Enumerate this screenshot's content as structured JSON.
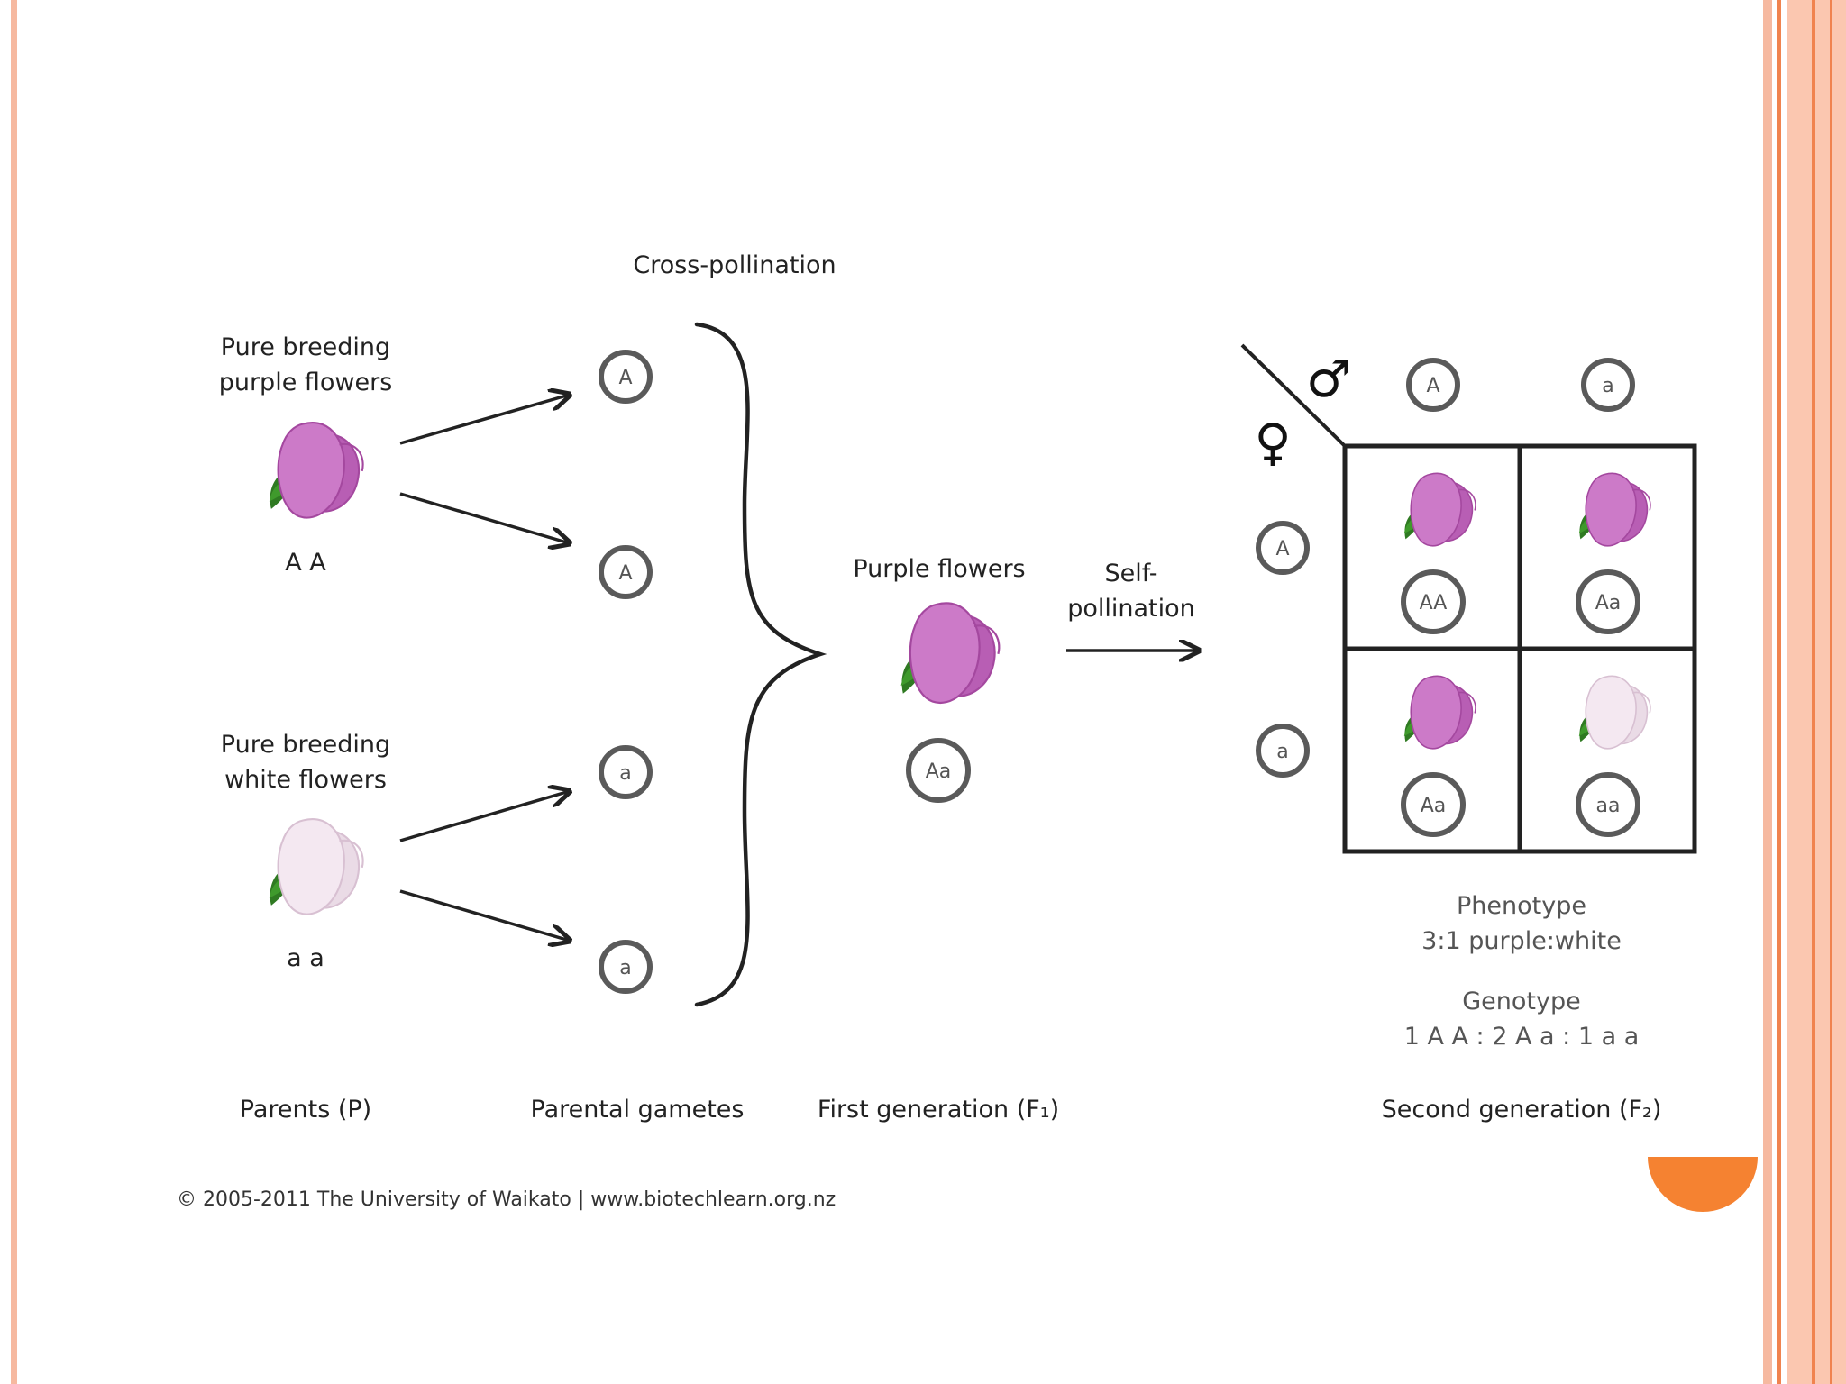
{
  "slide": {
    "colors": {
      "border_peach": "#f6b9a0",
      "border_orange": "#f0834f",
      "accent": "#f58231"
    }
  },
  "diagram": {
    "cross_label": "Cross-pollination",
    "parent_purple_line1": "Pure breeding",
    "parent_purple_line2": "purple flowers",
    "parent_purple_genotype": "A A",
    "parent_white_line1": "Pure breeding",
    "parent_white_line2": "white flowers",
    "parent_white_genotype": "a a",
    "gametes": [
      "A",
      "A",
      "a",
      "a"
    ],
    "f1_label": "Purple flowers",
    "f1_genotype": "Aa",
    "self_line1": "Self-",
    "self_line2": "pollination",
    "male_symbol": "♂",
    "female_symbol": "♀",
    "male_gametes": [
      "A",
      "a"
    ],
    "female_gametes": [
      "A",
      "a"
    ],
    "punnett": [
      "AA",
      "Aa",
      "Aa",
      "aa"
    ],
    "punnett_colors": [
      "purple",
      "purple",
      "purple",
      "white"
    ],
    "phenotype_title": "Phenotype",
    "phenotype_ratio": "3:1  purple:white",
    "genotype_title": "Genotype",
    "genotype_ratio": "1 A A : 2 A a : 1 a a",
    "stage_parents": "Parents (P)",
    "stage_gametes": "Parental gametes",
    "stage_f1": "First generation (F₁)",
    "stage_f2": "Second generation (F₂)",
    "copyright": "© 2005-2011 The University of Waikato  |  www.biotechlearn.org.nz",
    "colors": {
      "purple_petal": "#cc7ac8",
      "purple_edge": "#a4489f",
      "white_petal": "#f2e4ef",
      "white_edge": "#d8c0d2",
      "leaf": "#2f7a22",
      "circle_stroke": "#5a5a5a"
    }
  }
}
